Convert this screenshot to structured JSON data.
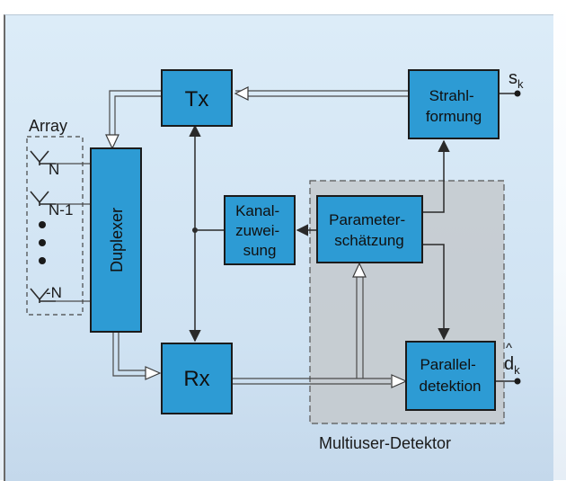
{
  "diagram": {
    "blocks": {
      "tx": "Tx",
      "rx": "Rx",
      "duplexer": "Duplexer",
      "kanal": [
        "Kanal-",
        "zuwei-",
        "sung"
      ],
      "strahl": [
        "Strahl-",
        "formung"
      ],
      "parameter": [
        "Parameter-",
        "schätzung"
      ],
      "parallel": [
        "Parallel-",
        "detektion"
      ]
    },
    "array": {
      "title": "Array",
      "elements": [
        "N",
        "N-1",
        "-N"
      ]
    },
    "signals": {
      "input": "s",
      "input_sub": "k",
      "output": "d",
      "output_sub": "k",
      "output_hat": "^"
    },
    "group_label": "Multiuser-Detektor",
    "colors": {
      "block_fill": "#2d9bd4",
      "block_stroke": "#1b1b1b",
      "detector_fill": "#c4c9cd",
      "line": "#4a4a4a"
    }
  }
}
